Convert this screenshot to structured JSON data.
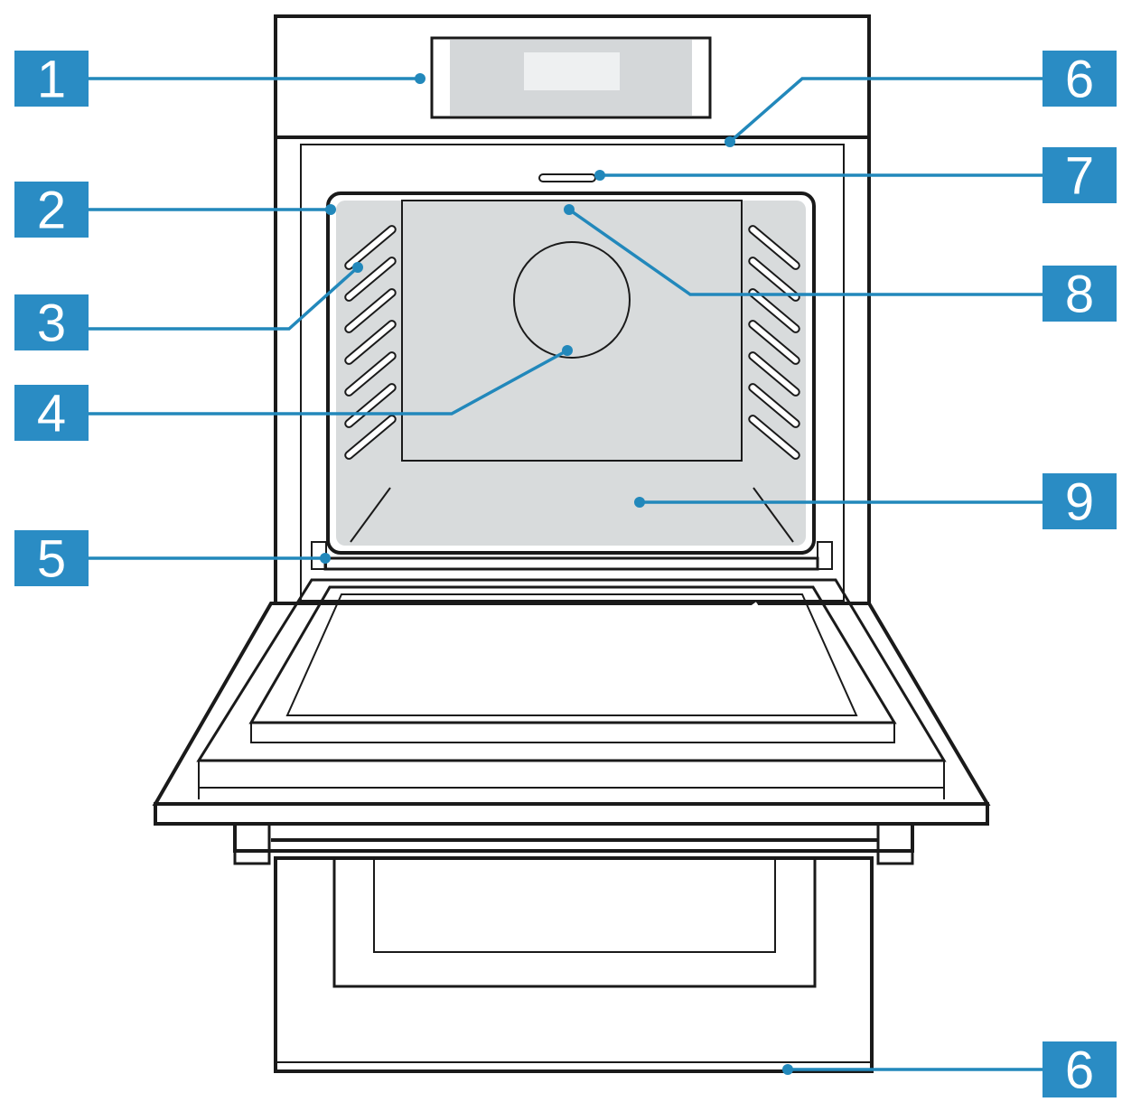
{
  "colors": {
    "callout": "#2a8cc4",
    "leader": "#2288bb",
    "outline": "#1a1a1a",
    "cavity_grey": "#d9dcdd",
    "back_panel": "#eceeef",
    "glass": "#d4d6d8",
    "display": "#dcdfe0"
  },
  "callouts": [
    {
      "id": "c1",
      "number": "1"
    },
    {
      "id": "c2",
      "number": "2"
    },
    {
      "id": "c3",
      "number": "3"
    },
    {
      "id": "c4",
      "number": "4"
    },
    {
      "id": "c5",
      "number": "5"
    },
    {
      "id": "c6a",
      "number": "6"
    },
    {
      "id": "c7",
      "number": "7"
    },
    {
      "id": "c8",
      "number": "8"
    },
    {
      "id": "c9",
      "number": "9"
    },
    {
      "id": "c6b",
      "number": "6"
    }
  ]
}
